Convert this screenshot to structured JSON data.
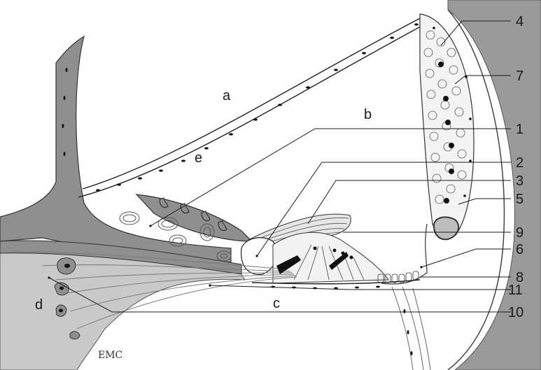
{
  "figure": {
    "letter_labels": [
      "a",
      "b",
      "c",
      "d",
      "e"
    ],
    "number_labels": [
      "4",
      "7",
      "1",
      "2",
      "3",
      "5",
      "9",
      "6",
      "8",
      "11",
      "10"
    ],
    "signature": "EMC"
  },
  "colors": {
    "tissue_gray": "#8f8f8f",
    "light_gray": "#c8c8c8",
    "outline": "#1a1a1a",
    "nucleus": "#111111",
    "background": "#ffffff"
  }
}
